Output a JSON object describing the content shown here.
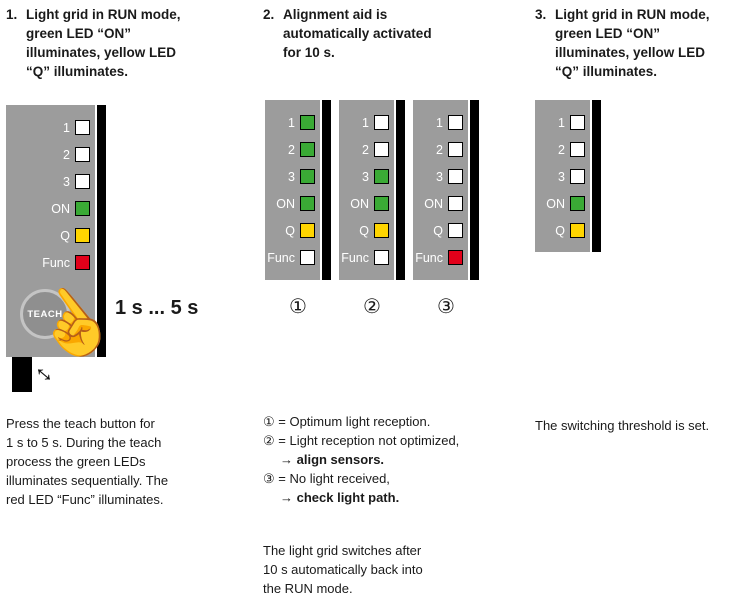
{
  "step1": {
    "number": "1.",
    "heading": "Light grid in RUN mode,\ngreen LED “ON”\nilluminates, yellow LED\n“Q” illuminates.",
    "panel": {
      "rows": [
        {
          "label": "1",
          "color": "#ffffff"
        },
        {
          "label": "2",
          "color": "#ffffff"
        },
        {
          "label": "3",
          "color": "#ffffff"
        },
        {
          "label": "ON",
          "color": "#3aaa35"
        },
        {
          "label": "Q",
          "color": "#ffd500"
        },
        {
          "label": "Func",
          "color": "#e2001a"
        }
      ]
    },
    "teach_button": "TEACH",
    "duration": "1 s ... 5 s",
    "note": "Press the teach button for\n1 s to 5 s. During the teach\nprocess the green LEDs\nilluminates sequentially. The\nred LED “Func” illuminates."
  },
  "step2": {
    "number": "2.",
    "heading": "Alignment aid is\nautomatically activated\nfor 10 s.",
    "panels": [
      {
        "tag": "①",
        "rows": [
          {
            "label": "1",
            "color": "#3aaa35"
          },
          {
            "label": "2",
            "color": "#3aaa35"
          },
          {
            "label": "3",
            "color": "#3aaa35"
          },
          {
            "label": "ON",
            "color": "#3aaa35"
          },
          {
            "label": "Q",
            "color": "#ffd500"
          },
          {
            "label": "Func",
            "color": "#ffffff"
          }
        ]
      },
      {
        "tag": "②",
        "rows": [
          {
            "label": "1",
            "color": "#ffffff"
          },
          {
            "label": "2",
            "color": "#ffffff"
          },
          {
            "label": "3",
            "color": "#3aaa35"
          },
          {
            "label": "ON",
            "color": "#3aaa35"
          },
          {
            "label": "Q",
            "color": "#ffd500"
          },
          {
            "label": "Func",
            "color": "#ffffff"
          }
        ]
      },
      {
        "tag": "③",
        "rows": [
          {
            "label": "1",
            "color": "#ffffff"
          },
          {
            "label": "2",
            "color": "#ffffff"
          },
          {
            "label": "3",
            "color": "#ffffff"
          },
          {
            "label": "ON",
            "color": "#ffffff"
          },
          {
            "label": "Q",
            "color": "#ffffff"
          },
          {
            "label": "Func",
            "color": "#e2001a"
          }
        ]
      }
    ],
    "legend": {
      "l1": "① = Optimum light reception.",
      "l2": "② = Light reception not optimized,",
      "l3": "→ align sensors.",
      "l4": "③ = No light received,",
      "l5": "→ check light path."
    },
    "note": "The light grid switches after\n10 s automatically back into\nthe RUN mode."
  },
  "step3": {
    "number": "3.",
    "heading": "Light grid in RUN mode,\ngreen LED “ON”\nilluminates, yellow LED\n“Q” illuminates.",
    "panel": {
      "rows": [
        {
          "label": "1",
          "color": "#ffffff"
        },
        {
          "label": "2",
          "color": "#ffffff"
        },
        {
          "label": "3",
          "color": "#ffffff"
        },
        {
          "label": "ON",
          "color": "#3aaa35"
        },
        {
          "label": "Q",
          "color": "#ffd500"
        }
      ]
    },
    "note": "The switching threshold is set."
  }
}
